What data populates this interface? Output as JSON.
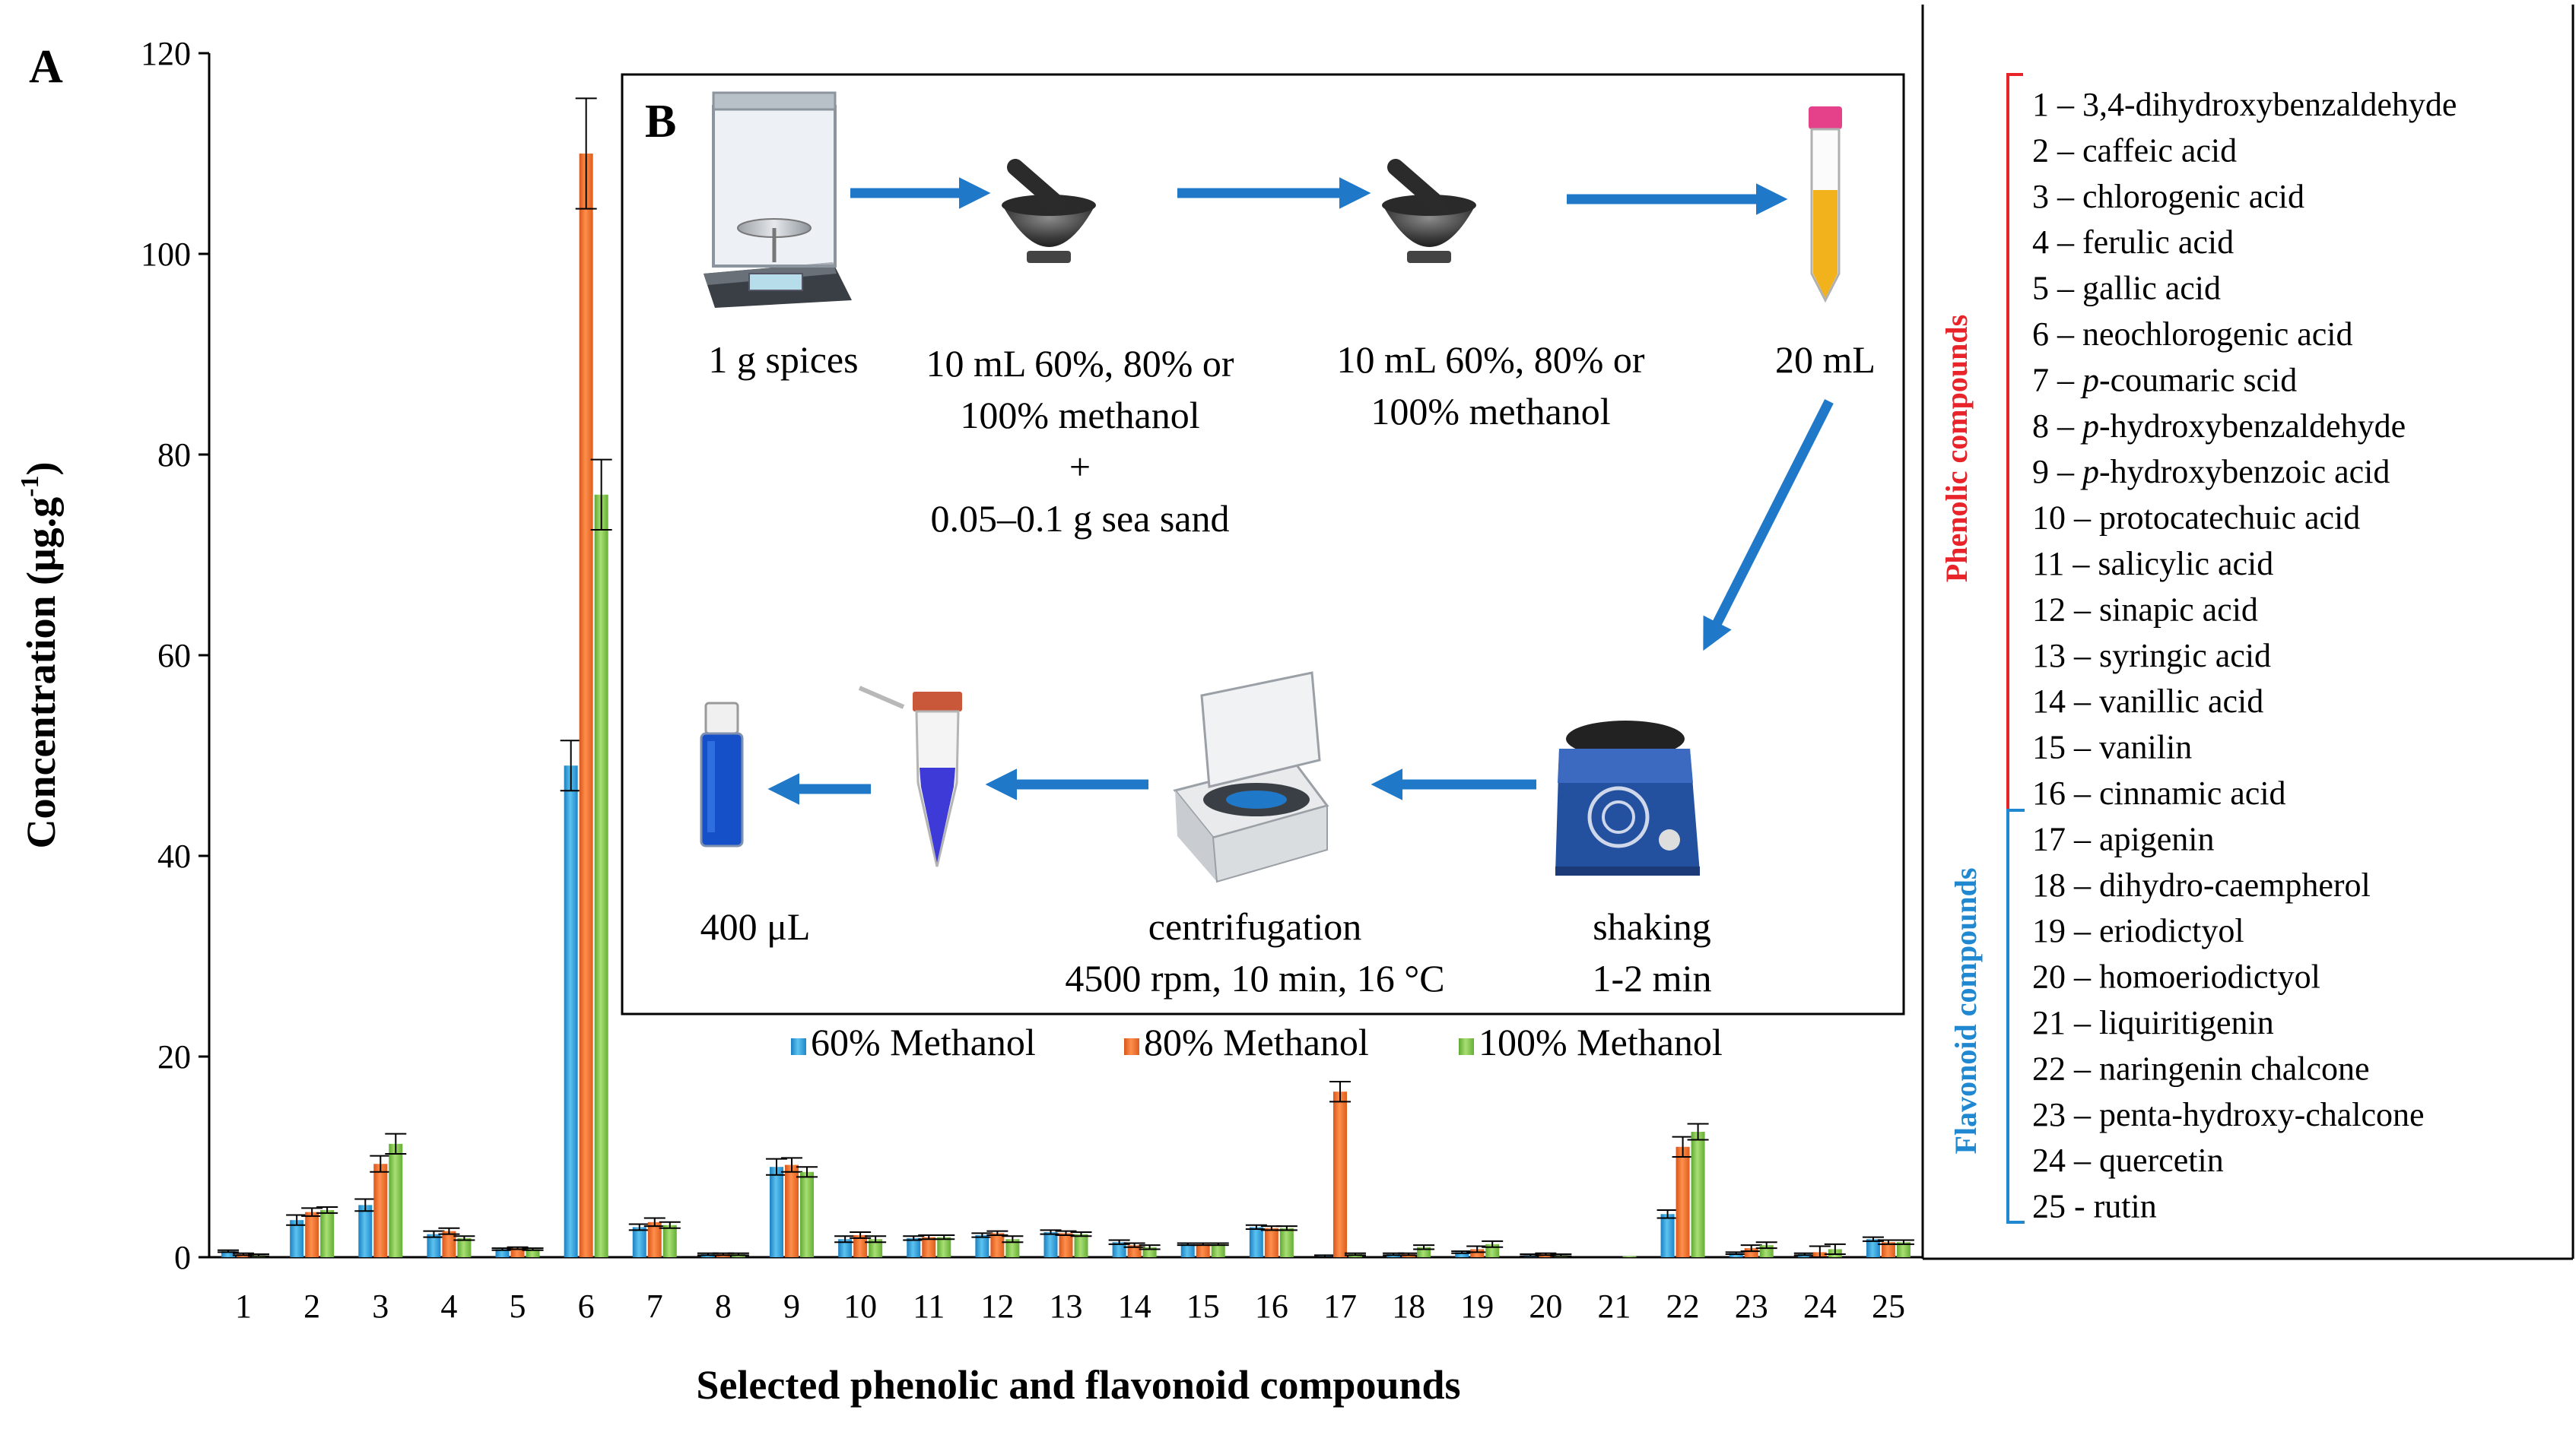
{
  "panel_a_label": "A",
  "panel_b_label": "B",
  "chart_data": {
    "type": "bar",
    "title": "",
    "xlabel": "Selected phenolic and flavonoid compounds",
    "ylabel": "Concentration (μg.g⁻¹)",
    "ylabel_main": "Concentration (μg.g",
    "ylabel_sup": "-1",
    "ylabel_end": ")",
    "ylim": [
      0,
      120
    ],
    "yticks": [
      0,
      20,
      40,
      60,
      80,
      100,
      120
    ],
    "grid": false,
    "legend_position": "inside, below inset B",
    "categories": [
      "1",
      "2",
      "3",
      "4",
      "5",
      "6",
      "7",
      "8",
      "9",
      "10",
      "11",
      "12",
      "13",
      "14",
      "15",
      "16",
      "17",
      "18",
      "19",
      "20",
      "21",
      "22",
      "23",
      "24",
      "25"
    ],
    "series": [
      {
        "name": "60% Methanol",
        "color": "#2d9fd9",
        "values": [
          0.6,
          3.7,
          5.2,
          2.3,
          0.8,
          49.0,
          3.0,
          0.3,
          9.0,
          1.8,
          1.9,
          2.2,
          2.5,
          1.5,
          1.3,
          3.0,
          0.1,
          0.3,
          0.5,
          0.2,
          0.0,
          4.3,
          0.4,
          0.3,
          1.8
        ],
        "errors": [
          0.1,
          0.5,
          0.6,
          0.3,
          0.1,
          2.5,
          0.3,
          0.1,
          0.8,
          0.3,
          0.2,
          0.2,
          0.2,
          0.2,
          0.1,
          0.2,
          0.1,
          0.1,
          0.1,
          0.1,
          0.0,
          0.4,
          0.1,
          0.1,
          0.2
        ]
      },
      {
        "name": "80% Methanol",
        "color": "#f26b21",
        "values": [
          0.3,
          4.5,
          9.3,
          2.6,
          0.9,
          110.0,
          3.5,
          0.3,
          9.2,
          2.2,
          2.0,
          2.4,
          2.4,
          1.2,
          1.3,
          2.9,
          16.5,
          0.3,
          0.8,
          0.3,
          0.0,
          11.0,
          0.9,
          0.5,
          1.5
        ],
        "errors": [
          0.1,
          0.4,
          0.8,
          0.3,
          0.1,
          5.5,
          0.4,
          0.1,
          0.7,
          0.3,
          0.2,
          0.2,
          0.2,
          0.2,
          0.1,
          0.2,
          1.0,
          0.1,
          0.3,
          0.1,
          0.0,
          1.0,
          0.3,
          0.6,
          0.2
        ],
        "errors_override": {
          "1": 5.5
        }
      },
      {
        "name": "100% Methanol",
        "color": "#7dc242",
        "values": [
          0.2,
          4.7,
          11.3,
          1.9,
          0.8,
          76.0,
          3.2,
          0.3,
          8.5,
          1.8,
          2.0,
          1.8,
          2.3,
          1.0,
          1.3,
          2.9,
          0.3,
          1.0,
          1.3,
          0.2,
          0.1,
          12.5,
          1.2,
          0.8,
          1.5
        ],
        "errors": [
          0.1,
          0.3,
          1.0,
          0.2,
          0.1,
          3.5,
          0.3,
          0.1,
          0.5,
          0.3,
          0.2,
          0.3,
          0.2,
          0.2,
          0.1,
          0.2,
          0.1,
          0.2,
          0.3,
          0.1,
          0.0,
          0.8,
          0.3,
          0.5,
          0.2
        ]
      }
    ]
  },
  "workflow": {
    "steps": {
      "weigh": [
        "1 g spices"
      ],
      "grind1": [
        "10 mL  60%, 80% or",
        "100% methanol",
        "+",
        "0.05–0.1 g sea sand"
      ],
      "grind2": [
        "10 mL  60%, 80% or",
        "100% methanol"
      ],
      "tube": [
        "20 mL"
      ],
      "shake": [
        "shaking",
        "1-2 min"
      ],
      "centrifuge": [
        "centrifugation",
        "4500 rpm,  10 min,  16 °C"
      ],
      "vial": [
        "400 μL"
      ]
    },
    "arrow_color": "#1f78c8",
    "icons": [
      "balance-icon",
      "mortar-icon",
      "mortar-icon",
      "falcon-tube-icon",
      "vortex-mixer-icon",
      "centrifuge-icon",
      "eppendorf-tube-icon",
      "vial-icon"
    ]
  },
  "compound_list": {
    "phenolic_group_label": "Phenolic compounds",
    "flavonoid_group_label": "Flavonoid compounds",
    "phenolic_color": "#e8232a",
    "flavonoid_color": "#1f88d0",
    "items": [
      {
        "num": "1",
        "sep": " – ",
        "italic": "",
        "name": "3,4-dihydroxybenzaldehyde"
      },
      {
        "num": "2",
        "sep": " – ",
        "italic": "",
        "name": "caffeic acid"
      },
      {
        "num": "3",
        "sep": " – ",
        "italic": "",
        "name": "chlorogenic acid"
      },
      {
        "num": "4",
        "sep": " – ",
        "italic": "",
        "name": "ferulic  acid"
      },
      {
        "num": "5",
        "sep": " – ",
        "italic": "",
        "name": "gallic  acid"
      },
      {
        "num": "6",
        "sep": " – ",
        "italic": "",
        "name": "neochlorogenic acid"
      },
      {
        "num": "7",
        "sep": " – ",
        "italic": "p",
        "name": "-coumaric scid"
      },
      {
        "num": "8",
        "sep": " – ",
        "italic": "p",
        "name": "-hydroxybenzaldehyde"
      },
      {
        "num": "9",
        "sep": " – ",
        "italic": "p",
        "name": "-hydroxybenzoic acid"
      },
      {
        "num": "10",
        "sep": " – ",
        "italic": "",
        "name": "protocatechuic acid"
      },
      {
        "num": "11",
        "sep": " – ",
        "italic": "",
        "name": "salicylic  acid"
      },
      {
        "num": "12",
        "sep": " – ",
        "italic": "",
        "name": "sinapic acid"
      },
      {
        "num": "13",
        "sep": " – ",
        "italic": "",
        "name": "syringic  acid"
      },
      {
        "num": "14",
        "sep": " – ",
        "italic": "",
        "name": "vanillic  acid"
      },
      {
        "num": "15",
        "sep": " – ",
        "italic": "",
        "name": "vanilin"
      },
      {
        "num": "16",
        "sep": " – ",
        "italic": "",
        "name": "cinnamic acid"
      },
      {
        "num": "17",
        "sep": " – ",
        "italic": "",
        "name": "apigenin"
      },
      {
        "num": "18",
        "sep": " – ",
        "italic": "",
        "name": "dihydro-caempherol"
      },
      {
        "num": "19",
        "sep": " – ",
        "italic": "",
        "name": "eriodictyol"
      },
      {
        "num": "20",
        "sep": " – ",
        "italic": "",
        "name": "homoeriodictyol"
      },
      {
        "num": "21",
        "sep": " – ",
        "italic": "",
        "name": "liquiritigenin"
      },
      {
        "num": "22",
        "sep": " – ",
        "italic": "",
        "name": "naringenin  chalcone"
      },
      {
        "num": "23",
        "sep": " – ",
        "italic": "",
        "name": "penta-hydroxy-chalcone"
      },
      {
        "num": "24",
        "sep": " – ",
        "italic": "",
        "name": "quercetin"
      },
      {
        "num": "25",
        "sep": " - ",
        "italic": "",
        "name": "rutin"
      }
    ]
  }
}
